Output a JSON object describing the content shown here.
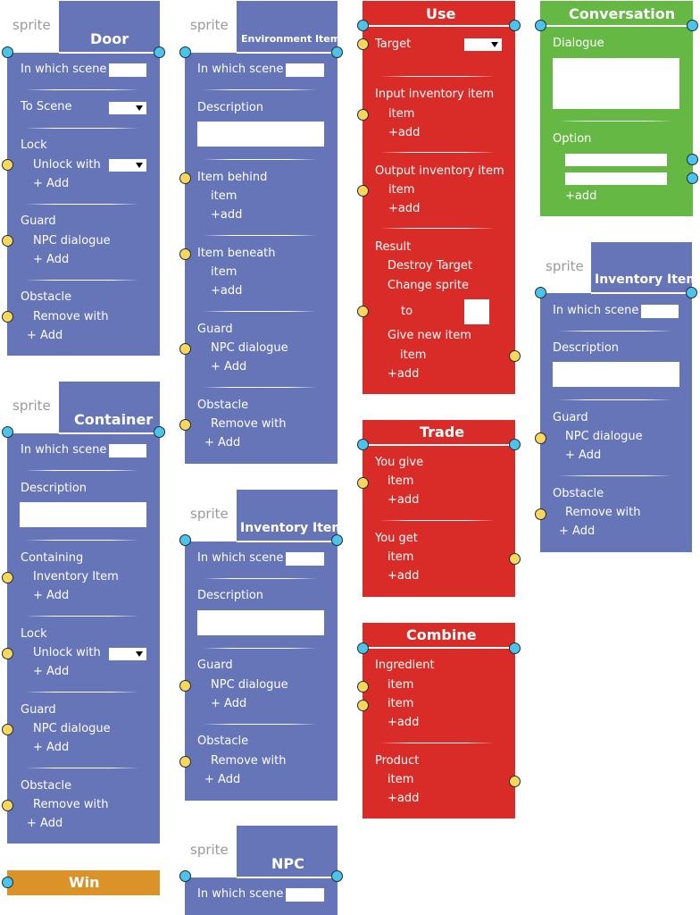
{
  "door": {
    "sprite": "sprite",
    "title": "Door",
    "in_which_scene": "In which scene",
    "to_scene": "To Scene",
    "lock": "Lock",
    "unlock_with": "Unlock with",
    "add_lock": "+ Add",
    "guard": "Guard",
    "npc_dialogue": "NPC dialogue",
    "add_guard": "+ Add",
    "obstacle": "Obstacle",
    "remove_with": "Remove with",
    "add_obstacle": "+ Add"
  },
  "container": {
    "sprite": "sprite",
    "title": "Container",
    "in_which_scene": "In which scene",
    "description": "Description",
    "containing": "Containing",
    "inventory_item": "Inventory Item",
    "add_containing": "+ Add",
    "lock": "Lock",
    "unlock_with": "Unlock with",
    "add_lock": "+ Add",
    "guard": "Guard",
    "npc_dialogue": "NPC dialogue",
    "add_guard": "+ Add",
    "obstacle": "Obstacle",
    "remove_with": "Remove with",
    "add_obstacle": "+ Add"
  },
  "win": {
    "title": "Win"
  },
  "environment_item": {
    "sprite": "sprite",
    "title": "Environment Item",
    "in_which_scene": "In which scene",
    "description": "Description",
    "item_behind": "Item behind",
    "item1": "item",
    "add1": "+add",
    "item_beneath": "Item beneath",
    "item2": "item",
    "add2": "+add",
    "guard": "Guard",
    "npc_dialogue": "NPC dialogue",
    "add_guard": "+ Add",
    "obstacle": "Obstacle",
    "remove_with": "Remove with",
    "add_obstacle": "+ Add"
  },
  "inventory_item_mid": {
    "sprite": "sprite",
    "title": "Inventory Item",
    "in_which_scene": "In which scene",
    "description": "Description",
    "guard": "Guard",
    "npc_dialogue": "NPC dialogue",
    "add_guard": "+ Add",
    "obstacle": "Obstacle",
    "remove_with": "Remove with",
    "add_obstacle": "+ Add"
  },
  "npc": {
    "sprite": "sprite",
    "title": "NPC",
    "in_which_scene": "In which scene"
  },
  "use": {
    "title": "Use",
    "target": "Target",
    "input_inventory_item": "Input inventory item",
    "item1": "item",
    "add1": "+add",
    "output_inventory_item": "Output inventory item",
    "item2": "item",
    "add2": "+add",
    "result": "Result",
    "destroy_target": "Destroy Target",
    "change_sprite": "Change sprite",
    "to": "to",
    "give_new_item": "Give new item",
    "item3": "item",
    "add3": "+add"
  },
  "trade": {
    "title": "Trade",
    "you_give": "You give",
    "item1": "item",
    "add1": "+add",
    "you_get": "You get",
    "item2": "item",
    "add2": "+add"
  },
  "combine": {
    "title": "Combine",
    "ingredient": "Ingredient",
    "item1": "item",
    "item2": "item",
    "add1": "+add",
    "product": "Product",
    "item3": "item",
    "add2": "+add"
  },
  "conversation": {
    "title": "Conversation",
    "dialogue": "Dialogue",
    "option": "Option",
    "add": "+add"
  },
  "inventory_item_right": {
    "sprite": "sprite",
    "title": "Inventory Item",
    "in_which_scene": "In which scene",
    "description": "Description",
    "guard": "Guard",
    "npc_dialogue": "NPC dialogue",
    "add_guard": "+ Add",
    "obstacle": "Obstacle",
    "remove_with": "Remove with",
    "add_obstacle": "+ Add"
  },
  "colors": {
    "purple": "#6674b8",
    "red": "#d92b27",
    "green": "#66b845",
    "orange": "#db9228",
    "port_blue": "#4cc3ea",
    "port_yellow": "#f8d75c"
  }
}
